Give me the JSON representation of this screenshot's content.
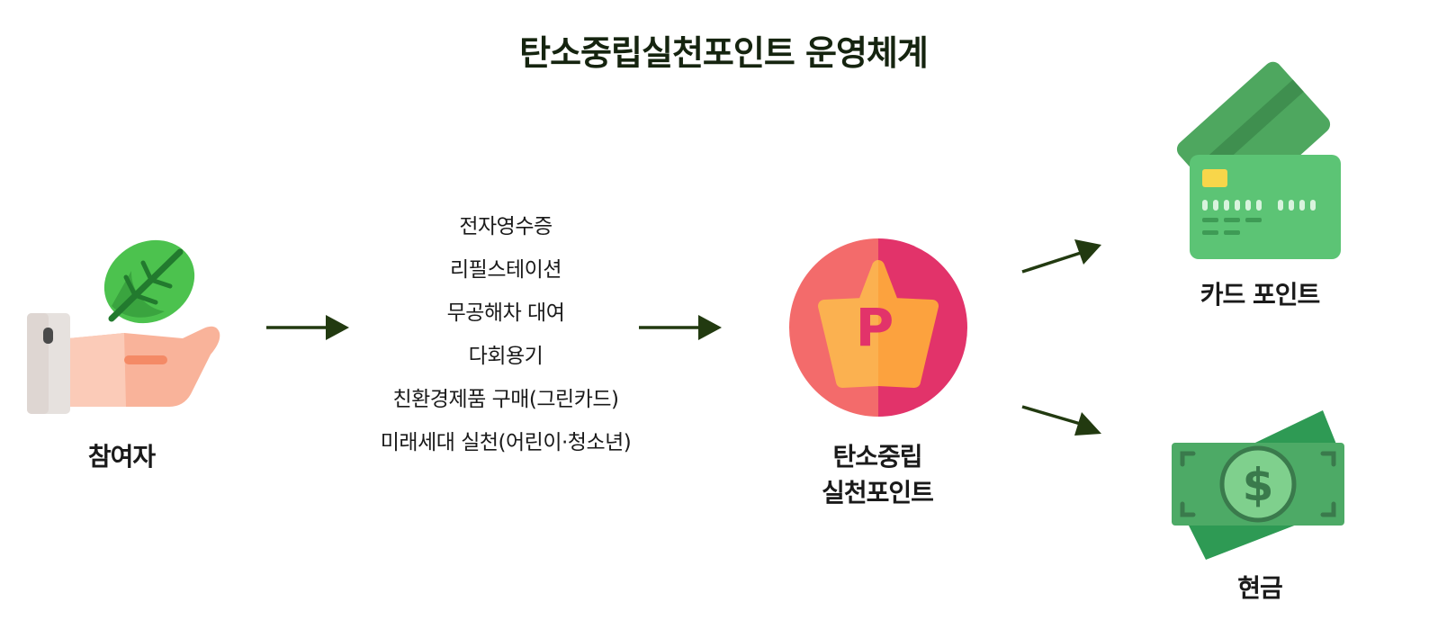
{
  "title": "탄소중립실천포인트 운영체계",
  "participant": {
    "label": "참여자",
    "icon": "hand-leaf-icon"
  },
  "activities": [
    "전자영수증",
    "리필스테이션",
    "무공해차 대여",
    "다회용기",
    "친환경제품 구매(그린카드)",
    "미래세대 실천(어린이·청소년)"
  ],
  "point": {
    "label_line1": "탄소중립",
    "label_line2": "실천포인트",
    "icon": "point-badge-icon",
    "badge_letter": "P"
  },
  "rewards": {
    "card": {
      "label": "카드 포인트",
      "icon": "credit-card-icon"
    },
    "cash": {
      "label": "현금",
      "icon": "cash-icon"
    }
  },
  "colors": {
    "arrow": "#223a10",
    "title": "#15240f",
    "leaf": "#4cc24e",
    "badge_left": "#f36b6b",
    "badge_right": "#e2336a",
    "star": "#fbb150",
    "card": "#5cc475",
    "cash": "#4daa66"
  }
}
